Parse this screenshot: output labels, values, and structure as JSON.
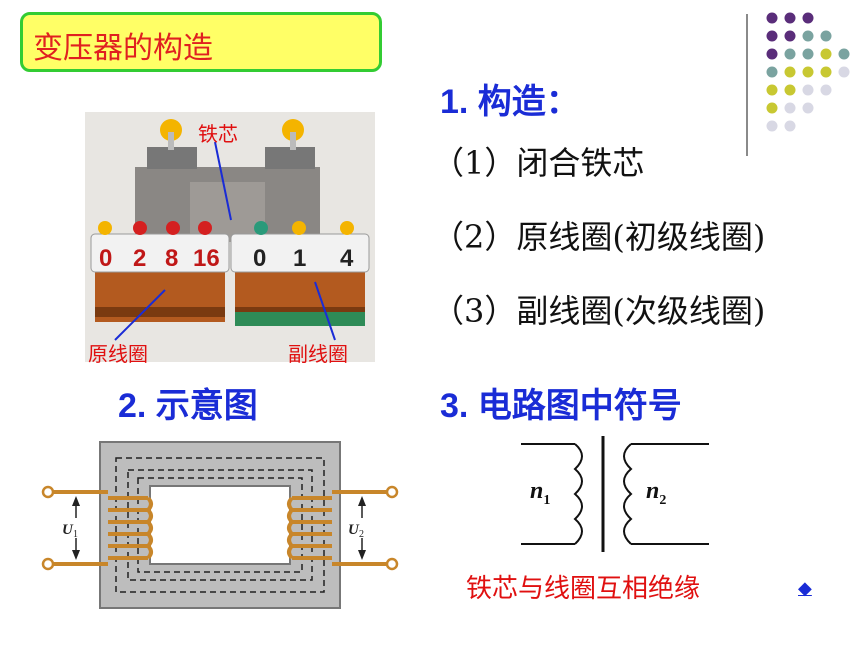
{
  "title": "变压器的构造",
  "section1": {
    "heading": "1. 构造：",
    "items": [
      "（1）闭合铁芯",
      "（2）原线圈(初级线圈)",
      "（3）副线圈(次级线圈)"
    ]
  },
  "photo": {
    "label_core": "铁芯",
    "label_primary": "原线圈",
    "label_secondary": "副线圈",
    "terminals_left": [
      "0",
      "2",
      "8",
      "16"
    ],
    "terminals_right": [
      "0",
      "1",
      "4"
    ]
  },
  "section2": {
    "heading": "2. 示意图",
    "u1_label": "U",
    "u1_sub": "1",
    "u2_label": "U",
    "u2_sub": "2"
  },
  "section3": {
    "heading": "3. 电路图中符号",
    "n1_label": "n",
    "n1_sub": "1",
    "n2_label": "n",
    "n2_sub": "2"
  },
  "note": "铁芯与线圈互相绝缘",
  "nav_icon": "◆",
  "colors": {
    "title_bg": "#ffff66",
    "title_border": "#33cc33",
    "title_text": "#e02020",
    "heading": "#1a2cd6",
    "note": "#e01010",
    "coil": "#c8862a",
    "core": "#bdbdbd"
  }
}
